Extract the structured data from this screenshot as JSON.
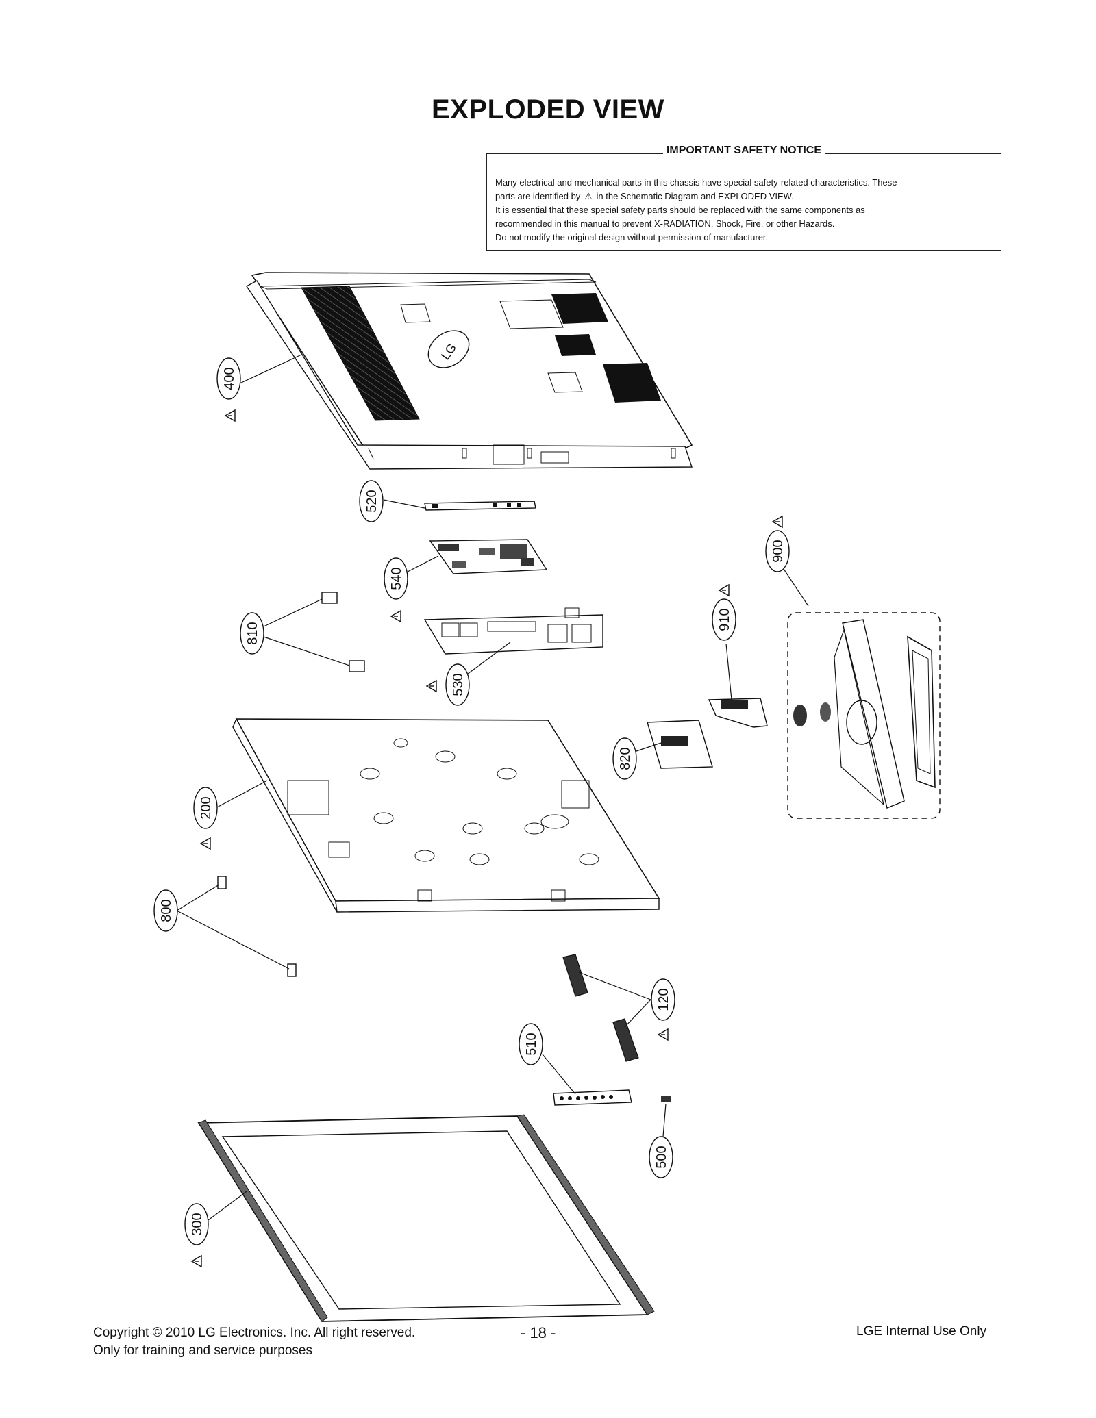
{
  "title": "EXPLODED VIEW",
  "notice": {
    "heading": "IMPORTANT SAFETY NOTICE",
    "line1": "Many electrical and mechanical parts in this chassis have special safety-related characteristics. These",
    "line2a": "parts are identified by",
    "line2b": "in the Schematic Diagram and EXPLODED VIEW.",
    "line3": "It is essential that these special safety parts should be replaced with the same components as",
    "line4": "recommended in this manual to prevent X-RADIATION, Shock, Fire, or other Hazards.",
    "line5": "Do not modify the original design without permission of manufacturer."
  },
  "callouts": {
    "c400": "400",
    "c520": "520",
    "c540": "540",
    "c810": "810",
    "c530": "530",
    "c900": "900",
    "c910": "910",
    "c820": "820",
    "c200": "200",
    "c800": "800",
    "c120": "120",
    "c510": "510",
    "c500": "500",
    "c300": "300"
  },
  "footer": {
    "copyright_line1": "Copyright © 2010 LG Electronics. Inc. All right reserved.",
    "copyright_line2": "Only for training and service purposes",
    "page": "- 18 -",
    "internal": "LGE Internal Use Only"
  },
  "logo_text": "LG"
}
